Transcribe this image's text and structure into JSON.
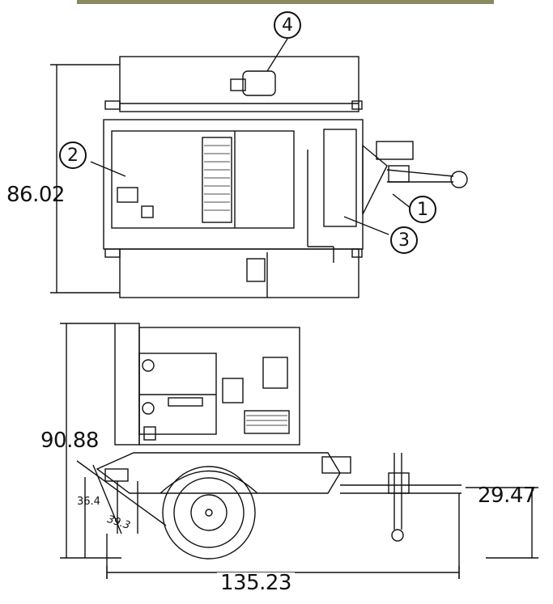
{
  "callouts": {
    "c1": "1",
    "c2": "2",
    "c3": "3",
    "c4": "4"
  },
  "dimensions": {
    "top_height": "86.02",
    "side_height": "90.88",
    "hitch_height": "29.47",
    "overall_length": "135.23",
    "dim_a": "36.4",
    "dim_b": "39.3"
  },
  "colors": {
    "line": "#111111",
    "paper": "#ffffff",
    "photo_strip": "#8a8a60"
  }
}
